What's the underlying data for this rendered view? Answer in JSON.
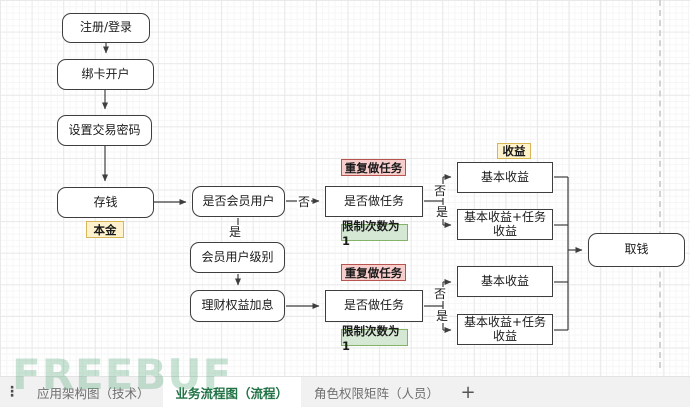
{
  "diagram": {
    "nodes": {
      "register": "注册/登录",
      "bind_card": "绑卡开户",
      "set_password": "设置交易密码",
      "deposit": "存钱",
      "principal": "本金",
      "member_check": "是否会员用户",
      "member_level": "会员用户级别",
      "wealth_interest": "理财权益加息",
      "task_check_1": "是否做任务",
      "repeat_task_1": "重复做任务",
      "limit_once_1": "限制次数为1",
      "income": "收益",
      "basic_income_1": "基本收益",
      "combo_income_1": "基本收益+任务收益",
      "task_check_2": "是否做任务",
      "repeat_task_2": "重复做任务",
      "limit_once_2": "限制次数为1",
      "basic_income_2": "基本收益",
      "combo_income_2": "基本收益+任务收益",
      "withdraw": "取钱"
    },
    "edge_labels": {
      "no_member": "否",
      "yes_member": "是",
      "no_task_1": "否",
      "yes_task_1": "是",
      "no_task_2": "否",
      "yes_task_2": "是"
    }
  },
  "tabbar": {
    "menu_icon": "⋮",
    "tabs": [
      {
        "label": "应用架构图（技术）",
        "active": false
      },
      {
        "label": "业务流程图（流程）",
        "active": true
      },
      {
        "label": "角色权限矩阵（人员）",
        "active": false
      }
    ],
    "add_tab": "+"
  },
  "watermark": "FREEBUF",
  "colors": {
    "tag_yellow_bg": "#fff2cc",
    "tag_yellow_border": "#d6b656",
    "tag_red_bg": "#f8cecc",
    "tag_red_border": "#b85450",
    "tag_green_bg": "#d5e8d4",
    "tag_green_border": "#82b366",
    "active_tab_green": "#217346",
    "watermark_green": "#57a87c"
  }
}
